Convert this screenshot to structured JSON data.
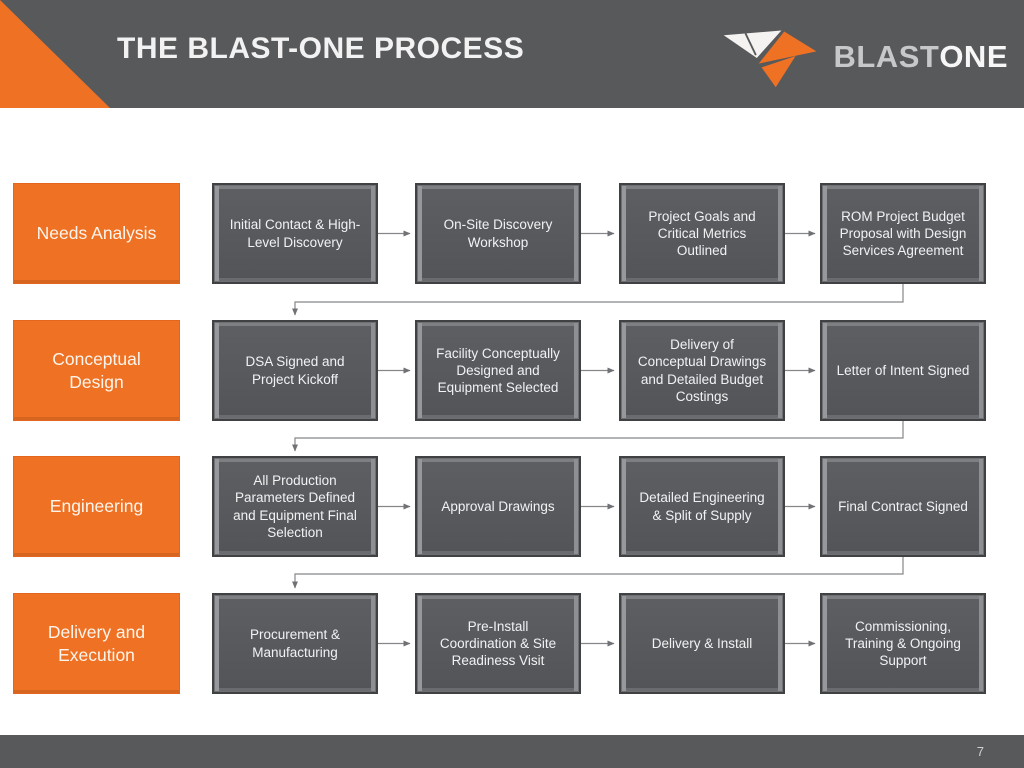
{
  "slide": {
    "title": "THE BLAST-ONE PROCESS",
    "page_number": "7",
    "logo": {
      "text_primary": "BLAST",
      "text_secondary": "ONE"
    },
    "colors": {
      "accent_orange": "#EF7124",
      "header_gray": "#58595B",
      "step_box_gray": "#56585C",
      "connector_gray": "#7F8184",
      "background": "#FFFFFF"
    }
  },
  "process": {
    "rows": [
      {
        "label": "Needs Analysis",
        "steps": [
          "Initial Contact & High-Level Discovery",
          "On-Site Discovery Workshop",
          "Project Goals and Critical Metrics Outlined",
          "ROM Project Budget Proposal with Design Services Agreement"
        ]
      },
      {
        "label": "Conceptual Design",
        "steps": [
          "DSA Signed and Project Kickoff",
          "Facility Conceptually Designed and Equipment Selected",
          "Delivery of Conceptual Drawings and Detailed Budget Costings",
          "Letter of Intent Signed"
        ]
      },
      {
        "label": "Engineering",
        "steps": [
          "All Production Parameters Defined and Equipment Final Selection",
          "Approval Drawings",
          "Detailed Engineering & Split of Supply",
          "Final Contract Signed"
        ]
      },
      {
        "label": "Delivery and Execution",
        "steps": [
          "Procurement & Manufacturing",
          "Pre-Install Coordination & Site Readiness Visit",
          "Delivery & Install",
          "Commissioning, Training & Ongoing Support"
        ]
      }
    ]
  }
}
